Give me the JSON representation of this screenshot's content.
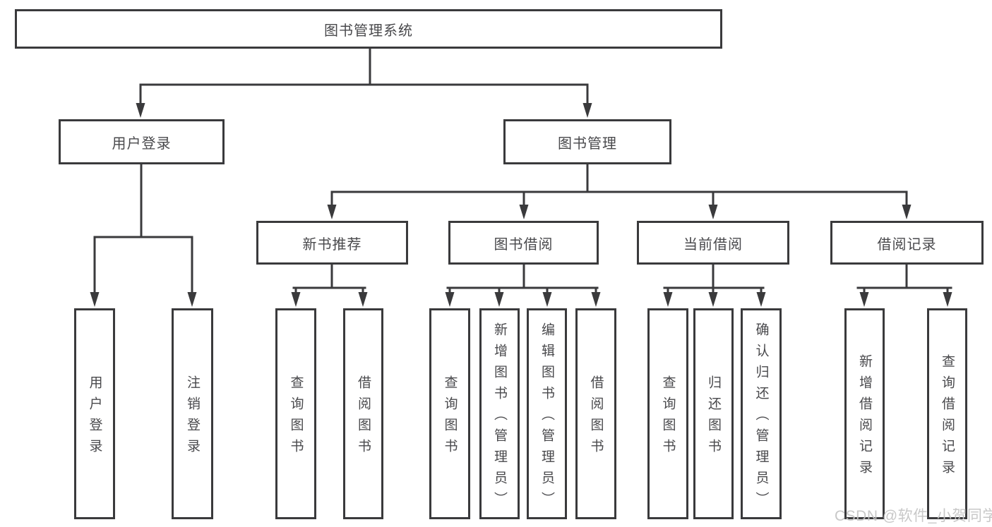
{
  "tree": {
    "root": {
      "label": "图书管理系统",
      "children": [
        {
          "label": "用户登录",
          "children": [
            {
              "label": "用户登录"
            },
            {
              "label": "注销登录"
            }
          ]
        },
        {
          "label": "图书管理",
          "children": [
            {
              "label": "新书推荐",
              "children": [
                {
                  "label": "查询图书"
                },
                {
                  "label": "借阅图书"
                }
              ]
            },
            {
              "label": "图书借阅",
              "children": [
                {
                  "label": "查询图书"
                },
                {
                  "label": "新增图书（管理员）"
                },
                {
                  "label": "编辑图书（管理员）"
                },
                {
                  "label": "借阅图书"
                }
              ]
            },
            {
              "label": "当前借阅",
              "children": [
                {
                  "label": "查询图书"
                },
                {
                  "label": "归还图书"
                },
                {
                  "label": "确认归还（管理员）"
                }
              ]
            },
            {
              "label": "借阅记录",
              "children": [
                {
                  "label": "新增借阅记录"
                },
                {
                  "label": "查询借阅记录"
                }
              ]
            }
          ]
        }
      ]
    }
  },
  "watermark": "CSDN @软件_小贺同学",
  "colors": {
    "line": "#3a3a3c",
    "text": "#49494c",
    "background": "#ffffff",
    "watermark": "#c3c3c3"
  }
}
